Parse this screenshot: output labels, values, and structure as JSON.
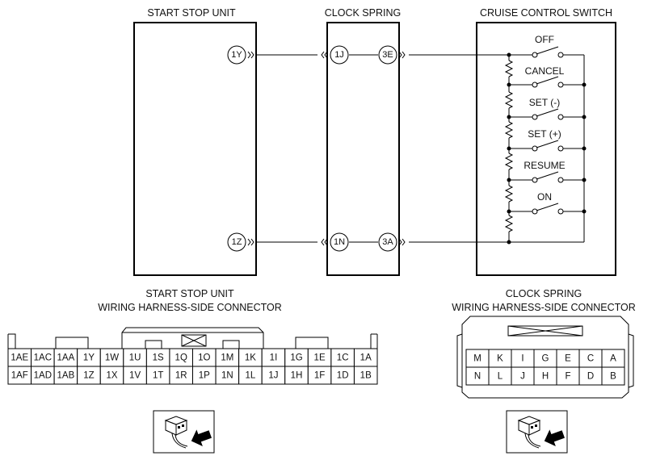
{
  "titles": {
    "start_stop_unit": "START STOP UNIT",
    "clock_spring": "CLOCK SPRING",
    "cruise_control_switch": "CRUISE CONTROL SWITCH",
    "ssu_connector_line1": "START STOP UNIT",
    "ssu_connector_line2": "WIRING HARNESS-SIDE CONNECTOR",
    "cs_connector_line1": "CLOCK SPRING",
    "cs_connector_line2": "WIRING HARNESS-SIDE CONNECTOR"
  },
  "terminals": {
    "ssu_top": "1Y",
    "ssu_bottom": "1Z",
    "cs_left_top": "1J",
    "cs_left_bottom": "1N",
    "cs_right_top": "3E",
    "cs_right_bottom": "3A"
  },
  "switch_labels": [
    "OFF",
    "CANCEL",
    "SET (-)",
    "SET (+)",
    "RESUME",
    "ON"
  ],
  "ssu_connector": {
    "top_row": [
      "1AE",
      "1AC",
      "1AA",
      "1Y",
      "1W",
      "1U",
      "1S",
      "1Q",
      "1O",
      "1M",
      "1K",
      "1I",
      "1G",
      "1E",
      "1C",
      "1A"
    ],
    "bottom_row": [
      "1AF",
      "1AD",
      "1AB",
      "1Z",
      "1X",
      "1V",
      "1T",
      "1R",
      "1P",
      "1N",
      "1L",
      "1J",
      "1H",
      "1F",
      "1D",
      "1B"
    ]
  },
  "cs_connector": {
    "top_row": [
      "M",
      "K",
      "I",
      "G",
      "E",
      "C",
      "A"
    ],
    "bottom_row": [
      "N",
      "L",
      "J",
      "H",
      "F",
      "D",
      "B"
    ]
  },
  "icons": {
    "ssu_view": "connector-view-arrow-icon",
    "cs_view": "connector-view-arrow-icon"
  }
}
